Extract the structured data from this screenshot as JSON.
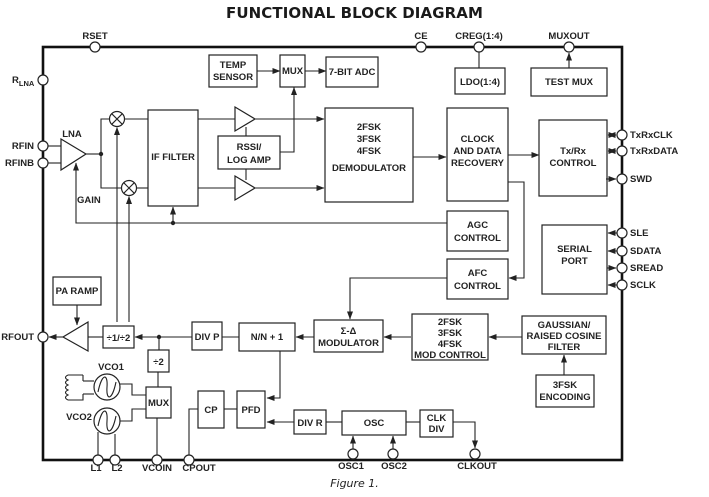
{
  "title": "FUNCTIONAL BLOCK DIAGRAM",
  "caption": "Figure 1.",
  "pins": {
    "rset": "RSET",
    "ce": "CE",
    "creg": "CREG(1:4)",
    "muxout": "MUXOUT",
    "rlna_main": "R",
    "rlna_sub": "LNA",
    "rfin": "RFIN",
    "rfinb": "RFINB",
    "rfout": "RFOUT",
    "l1": "L1",
    "l2": "L2",
    "vcoin": "VCOIN",
    "cpout": "CPOUT",
    "osc1": "OSC1",
    "osc2": "OSC2",
    "clkout": "CLKOUT",
    "txrxclk": "TxRxCLK",
    "txrxdata": "TxRxDATA",
    "swd": "SWD",
    "sle": "SLE",
    "sdata": "SDATA",
    "sread": "SREAD",
    "sclk": "SCLK"
  },
  "blocks": {
    "temp_sensor": [
      "TEMP",
      "SENSOR"
    ],
    "mux_top": "MUX",
    "adc": "7-BIT ADC",
    "ldo": "LDO(1:4)",
    "test_mux": "TEST MUX",
    "if_filter": "IF FILTER",
    "rssi": [
      "RSSI/",
      "LOG AMP"
    ],
    "demod": [
      "2FSK",
      "3FSK",
      "4FSK",
      "DEMODULATOR"
    ],
    "cdr": [
      "CLOCK",
      "AND DATA",
      "RECOVERY"
    ],
    "txrx_ctrl": [
      "Tx/Rx",
      "CONTROL"
    ],
    "agc": [
      "AGC",
      "CONTROL"
    ],
    "afc": [
      "AFC",
      "CONTROL"
    ],
    "serial_port": [
      "SERIAL",
      "PORT"
    ],
    "pa_ramp": "PA RAMP",
    "div12": "÷1/÷2",
    "div2": "÷2",
    "div_p": "DIV P",
    "nn1": "N/N + 1",
    "sigma_delta": [
      "Σ-Δ",
      "MODULATOR"
    ],
    "mod_ctrl": [
      "2FSK",
      "3FSK",
      "4FSK",
      "MOD CONTROL"
    ],
    "gauss": [
      "GAUSSIAN/",
      "RAISED COSINE",
      "FILTER"
    ],
    "enc3fsk": [
      "3FSK",
      "ENCODING"
    ],
    "mux_vco": "MUX",
    "cp": "CP",
    "pfd": "PFD",
    "div_r": "DIV R",
    "osc": "OSC",
    "clk_div": [
      "CLK",
      "DIV"
    ]
  },
  "labels": {
    "lna": "LNA",
    "gain": "GAIN",
    "vco1": "VCO1",
    "vco2": "VCO2"
  }
}
